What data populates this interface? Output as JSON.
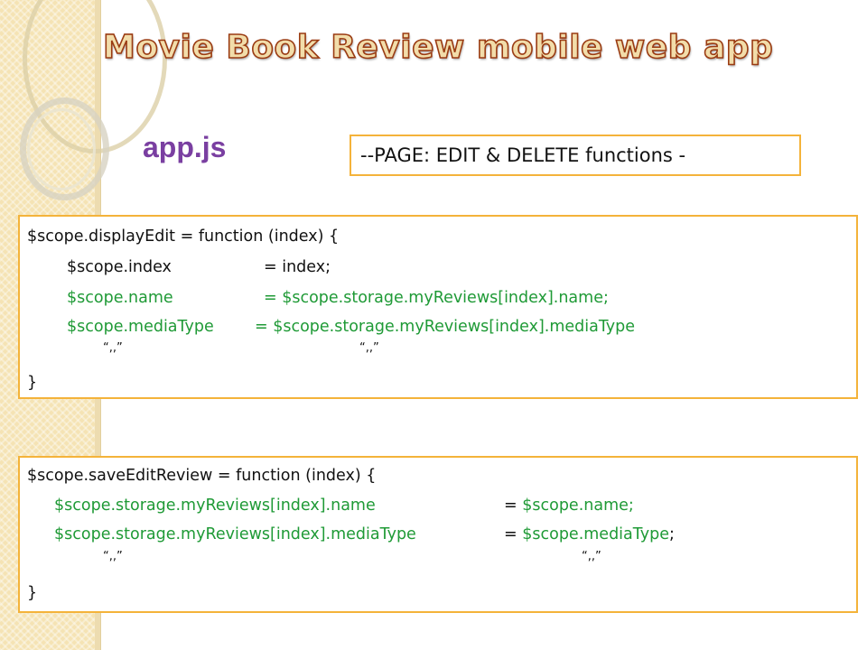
{
  "slide": {
    "title": "Movie Book Review mobile web app",
    "file_label": "app.js",
    "page_label": "--PAGE:  EDIT & DELETE functions -"
  },
  "code_block_1": {
    "line1": "$scope.displayEdit = function (index) {",
    "line2_lhs": "$scope.index",
    "line2_rhs": "=   index;",
    "line3_lhs": "$scope.name",
    "line3_rhs": "=   $scope.storage.myReviews[index].name;",
    "line4_lhs": "$scope.mediaType",
    "line4_rhs": "=   $scope.storage.myReviews[index].mediaType",
    "line5_a": "“,,”",
    "line5_b": "“,,”",
    "line6": "}"
  },
  "code_block_2": {
    "line1": "$scope.saveEditReview = function (index) {",
    "line2_lhs": "$scope.storage.myReviews[index].name",
    "line2_rhs": "= $scope.name;",
    "line3_lhs": "$scope.storage.myReviews[index].mediaType",
    "line3_rhs": "= $scope.mediaType;",
    "line4_a": "“,,”",
    "line4_b": "“,,”",
    "line5": "}"
  },
  "colors": {
    "title_fill": "#f2ddaa",
    "title_stroke": "#9a3b12",
    "file_label": "#7a3fa1",
    "box_border": "#f4b33a",
    "code_green": "#1f9a36"
  }
}
